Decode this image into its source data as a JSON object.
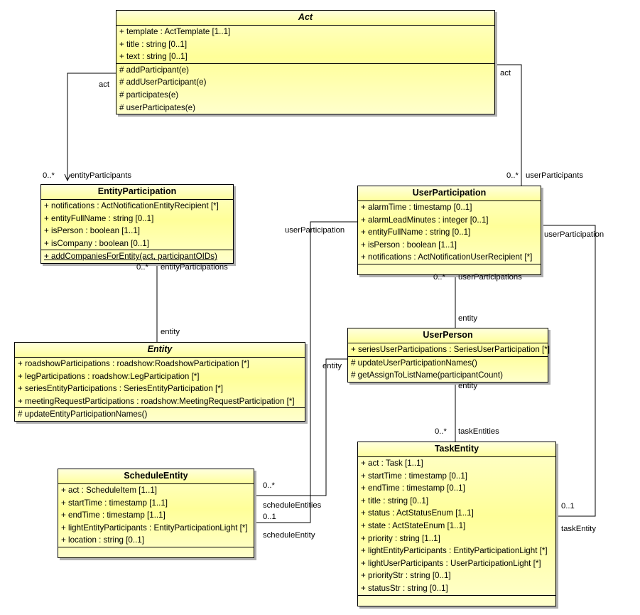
{
  "diagram": {
    "type": "uml-class-diagram",
    "title": "Act participation class model"
  },
  "classes": [
    {
      "id": "act",
      "name": "Act",
      "abstract": true,
      "attributes": [
        "+ template : ActTemplate [1..1]",
        "+ title : string [0..1]",
        "+ text : string [0..1]"
      ],
      "operations": [
        "# addParticipant(e)",
        "# addUserParticipant(e)",
        "# participates(e)",
        "# userParticipates(e)"
      ],
      "statics": []
    },
    {
      "id": "entity-participation",
      "name": "EntityParticipation",
      "abstract": false,
      "attributes": [
        "+ notifications : ActNotificationEntityRecipient [*]",
        "+ entityFullName : string [0..1]",
        "+ isPerson : boolean [1..1]",
        "+ isCompany : boolean [0..1]"
      ],
      "operations": [
        "+ addCompaniesForEntity(act, participantOIDs)"
      ],
      "statics": [
        "+ addCompaniesForEntity(act, participantOIDs)"
      ]
    },
    {
      "id": "user-participation",
      "name": "UserParticipation",
      "abstract": false,
      "attributes": [
        "+ alarmTime : timestamp [0..1]",
        "+ alarmLeadMinutes : integer [0..1]",
        "+ entityFullName : string [0..1]",
        "+ isPerson : boolean [1..1]",
        "+ notifications : ActNotificationUserRecipient [*]"
      ],
      "operations": [],
      "statics": []
    },
    {
      "id": "entity",
      "name": "Entity",
      "abstract": true,
      "attributes": [
        "+ roadshowParticipations : roadshow:RoadshowParticipation [*]",
        "+ legParticipations : roadshow:LegParticipation [*]",
        "+ seriesEntityParticipations : SeriesEntityParticipation [*]",
        "+ meetingRequestParticipations : roadshow:MeetingRequestParticipation [*]"
      ],
      "operations": [
        "# updateEntityParticipationNames()"
      ],
      "statics": []
    },
    {
      "id": "user-person",
      "name": "UserPerson",
      "abstract": false,
      "attributes": [
        "+ seriesUserParticipations : SeriesUserParticipation [*]"
      ],
      "operations": [
        "# updateUserParticipationNames()",
        "# getAssignToListName(participantCount)"
      ],
      "statics": []
    },
    {
      "id": "schedule-entity",
      "name": "ScheduleEntity",
      "abstract": false,
      "attributes": [
        "+ act : ScheduleItem [1..1]",
        "+ startTime : timestamp [1..1]",
        "+ endTime : timestamp [1..1]",
        "+ lightEntityParticipants : EntityParticipationLight [*]",
        "+ location : string [0..1]"
      ],
      "operations": [],
      "statics": []
    },
    {
      "id": "task-entity",
      "name": "TaskEntity",
      "abstract": false,
      "attributes": [
        "+ act : Task [1..1]",
        "+ startTime : timestamp [0..1]",
        "+ endTime : timestamp [0..1]",
        "+ title : string [0..1]",
        "+ status : ActStatusEnum [1..1]",
        "+ state : ActStateEnum [1..1]",
        "+ priority : string [1..1]",
        "+ lightEntityParticipants : EntityParticipationLight [*]",
        "+ lightUserParticipants : UserParticipationLight [*]",
        "+ priorityStr : string [0..1]",
        "+ statusStr : string [0..1]"
      ],
      "operations": [],
      "statics": []
    }
  ],
  "associations": [
    {
      "id": "act-entityparticipation",
      "source": "act",
      "target": "entity-participation",
      "source_role": "act",
      "target_role": "entityParticipants",
      "target_multiplicity": "0..*"
    },
    {
      "id": "act-userparticipation",
      "source": "act",
      "target": "user-participation",
      "source_role": "act",
      "target_role": "userParticipants",
      "target_multiplicity": "0..*"
    },
    {
      "id": "entityparticipation-entity",
      "source": "entity-participation",
      "target": "entity",
      "source_role": "entityParticipations",
      "source_multiplicity": "0..*",
      "target_role": "entity"
    },
    {
      "id": "userparticipation-userperson",
      "source": "user-participation",
      "target": "user-person",
      "source_role": "userParticipations",
      "source_multiplicity": "0..*",
      "target_role": "entity"
    },
    {
      "id": "userperson-taskentity",
      "source": "user-person",
      "target": "task-entity",
      "source_role": "entity",
      "target_role": "taskEntities",
      "target_multiplicity": "0..*"
    },
    {
      "id": "userparticipation-scheduleentity",
      "source": "user-participation",
      "target": "schedule-entity",
      "source_role": "userParticipation",
      "target_role": "scheduleEntity",
      "target_multiplicity": "0..1"
    },
    {
      "id": "userperson-scheduleentity",
      "source": "user-person",
      "target": "schedule-entity",
      "source_role": "entity",
      "target_role": "scheduleEntities",
      "target_multiplicity": "0..*"
    },
    {
      "id": "userparticipation-taskentity",
      "source": "user-participation",
      "target": "task-entity",
      "source_role": "userParticipation",
      "target_role": "taskEntity",
      "target_multiplicity": "0..1"
    }
  ],
  "labels": {
    "act_left": "act",
    "act_right": "act",
    "entity_participants": "entityParticipants",
    "user_participants": "userParticipants",
    "mult_0n_a": "0..*",
    "mult_0n_b": "0..*",
    "entity_participations": "entityParticipations",
    "mult_0n_c": "0..*",
    "user_participations": "userParticipations",
    "mult_0n_d": "0..*",
    "entity_a": "entity",
    "entity_b": "entity",
    "entity_c": "entity",
    "entity_d": "entity",
    "task_entities": "taskEntities",
    "mult_0n_e": "0..*",
    "user_participation_mid": "userParticipation",
    "user_participation_right": "userParticipation",
    "schedule_entities": "scheduleEntities",
    "schedule_entity": "scheduleEntity",
    "mult_0n_f": "0..*",
    "mult_01_a": "0..1",
    "mult_01_b": "0..1",
    "task_entity": "taskEntity"
  },
  "colors": {
    "class_fill_top": "#ffffcc",
    "class_fill_mid": "#ffff99",
    "border": "#000000",
    "shadow": "#b0b0b0",
    "background": "#ffffff",
    "line": "#000000"
  }
}
